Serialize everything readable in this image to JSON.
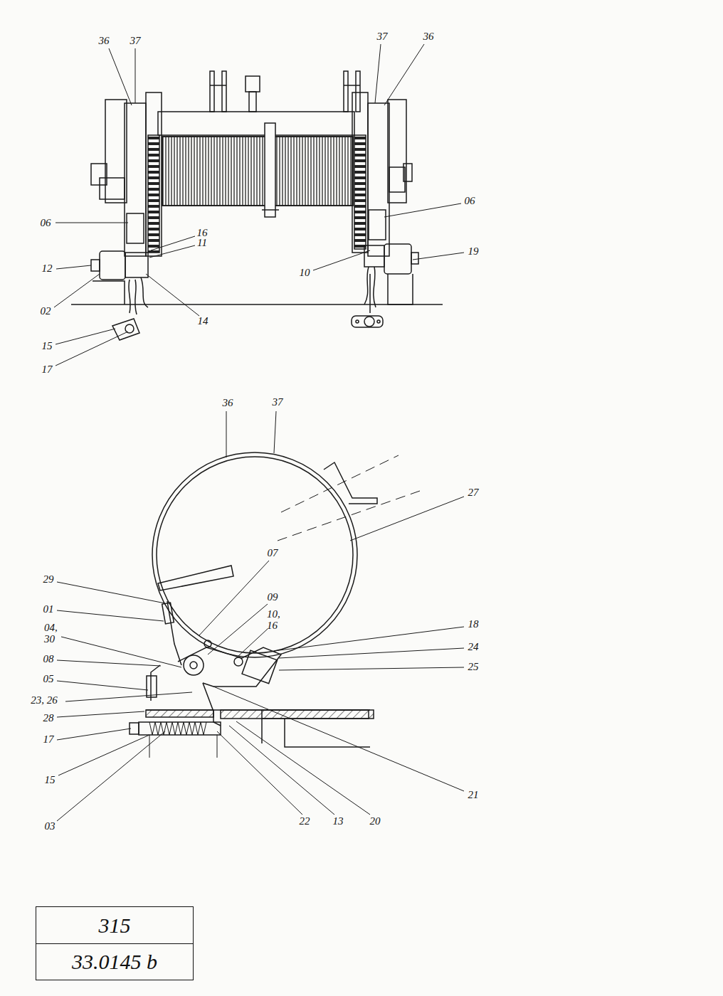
{
  "diagram": {
    "nodes": [
      {
        "text": [
          "315",
          "33.0145 b"
        ]
      }
    ],
    "labels": [
      "36",
      "37",
      "37",
      "36",
      "06",
      "16",
      "11",
      "06",
      "12",
      "19",
      "02",
      "10",
      "14",
      "15",
      "17",
      "36",
      "37",
      "27",
      "07",
      "29",
      "09",
      "01",
      "04, 30",
      "10, 16",
      "18",
      "08",
      "24",
      "25",
      "05",
      "23, 26",
      "28",
      "17",
      "15",
      "21",
      "03",
      "22",
      "13",
      "20"
    ]
  }
}
